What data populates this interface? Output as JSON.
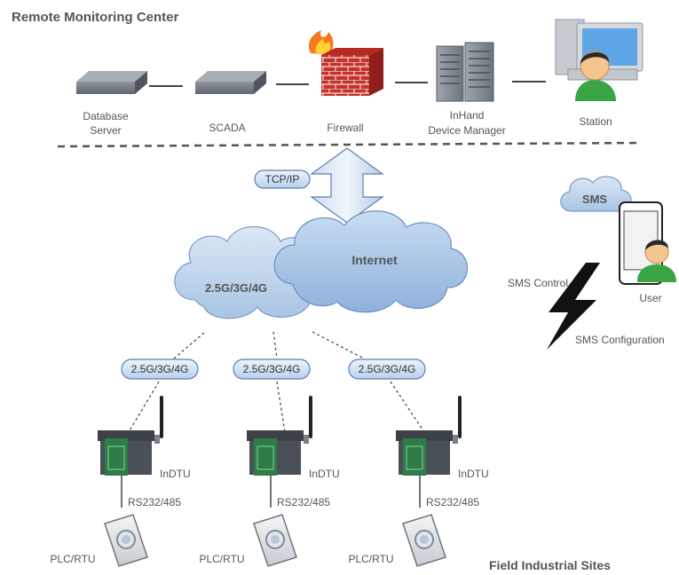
{
  "header": {
    "title": "Remote Monitoring Center"
  },
  "footer": {
    "title": "Field Industrial Sites"
  },
  "monitoring": {
    "database_server": [
      "Database",
      "Server"
    ],
    "scada": "SCADA",
    "firewall": "Firewall",
    "device_manager": [
      "InHand",
      "Device Manager"
    ],
    "station": "Station"
  },
  "network": {
    "tcpip": "TCP/IP",
    "internet": "Internet",
    "cellular": "2.5G/3G/4G"
  },
  "sms": {
    "bubble": "SMS",
    "user": "User",
    "control": "SMS Control",
    "configuration": "SMS Configuration"
  },
  "sites": [
    {
      "link": "2.5G/3G/4G",
      "device": "InDTU",
      "serial": "RS232/485",
      "controller": "PLC/RTU"
    },
    {
      "link": "2.5G/3G/4G",
      "device": "InDTU",
      "serial": "RS232/485",
      "controller": "PLC/RTU"
    },
    {
      "link": "2.5G/3G/4G",
      "device": "InDTU",
      "serial": "RS232/485",
      "controller": "PLC/RTU"
    }
  ]
}
